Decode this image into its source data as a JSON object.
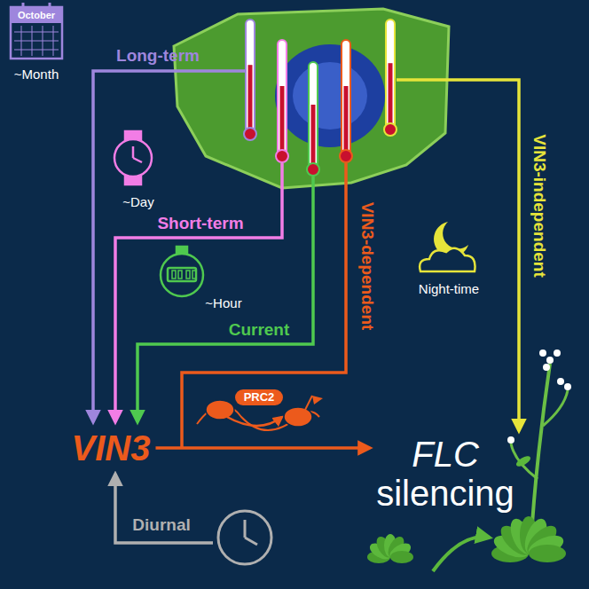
{
  "diagram": {
    "nodes": [
      {
        "text": [
          "VIN3"
        ]
      },
      {
        "text": [
          "FLC",
          "silencing"
        ]
      },
      {
        "text": [
          "PRC2"
        ]
      }
    ],
    "edges": [
      {
        "from": 0,
        "to": 1,
        "arrow": "to"
      }
    ],
    "labels": [
      "October",
      "~Month",
      "Long-term",
      "~Day",
      "Short-term",
      "~Hour",
      "Current",
      "VIN3-dependent",
      "VIN3-independent",
      "Night-time",
      "Diurnal"
    ]
  }
}
